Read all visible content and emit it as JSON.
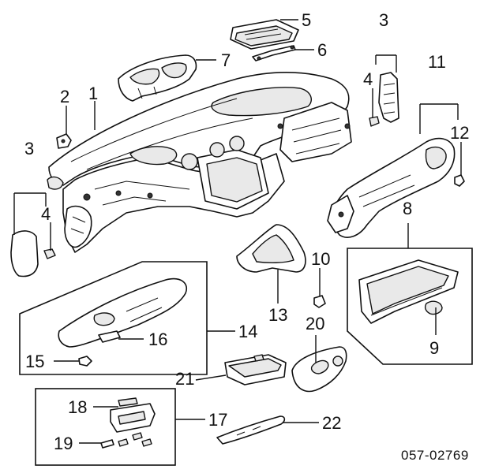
{
  "callouts": {
    "c1": "1",
    "c2": "2",
    "c3a": "3",
    "c3b": "3",
    "c4a": "4",
    "c4b": "4",
    "c5": "5",
    "c6": "6",
    "c7": "7",
    "c8": "8",
    "c9": "9",
    "c10": "10",
    "c11": "11",
    "c12": "12",
    "c13": "13",
    "c14": "14",
    "c15": "15",
    "c16": "16",
    "c17": "17",
    "c18": "18",
    "c19": "19",
    "c20": "20",
    "c21": "21",
    "c22": "22"
  },
  "diagram_code": "057-02769"
}
